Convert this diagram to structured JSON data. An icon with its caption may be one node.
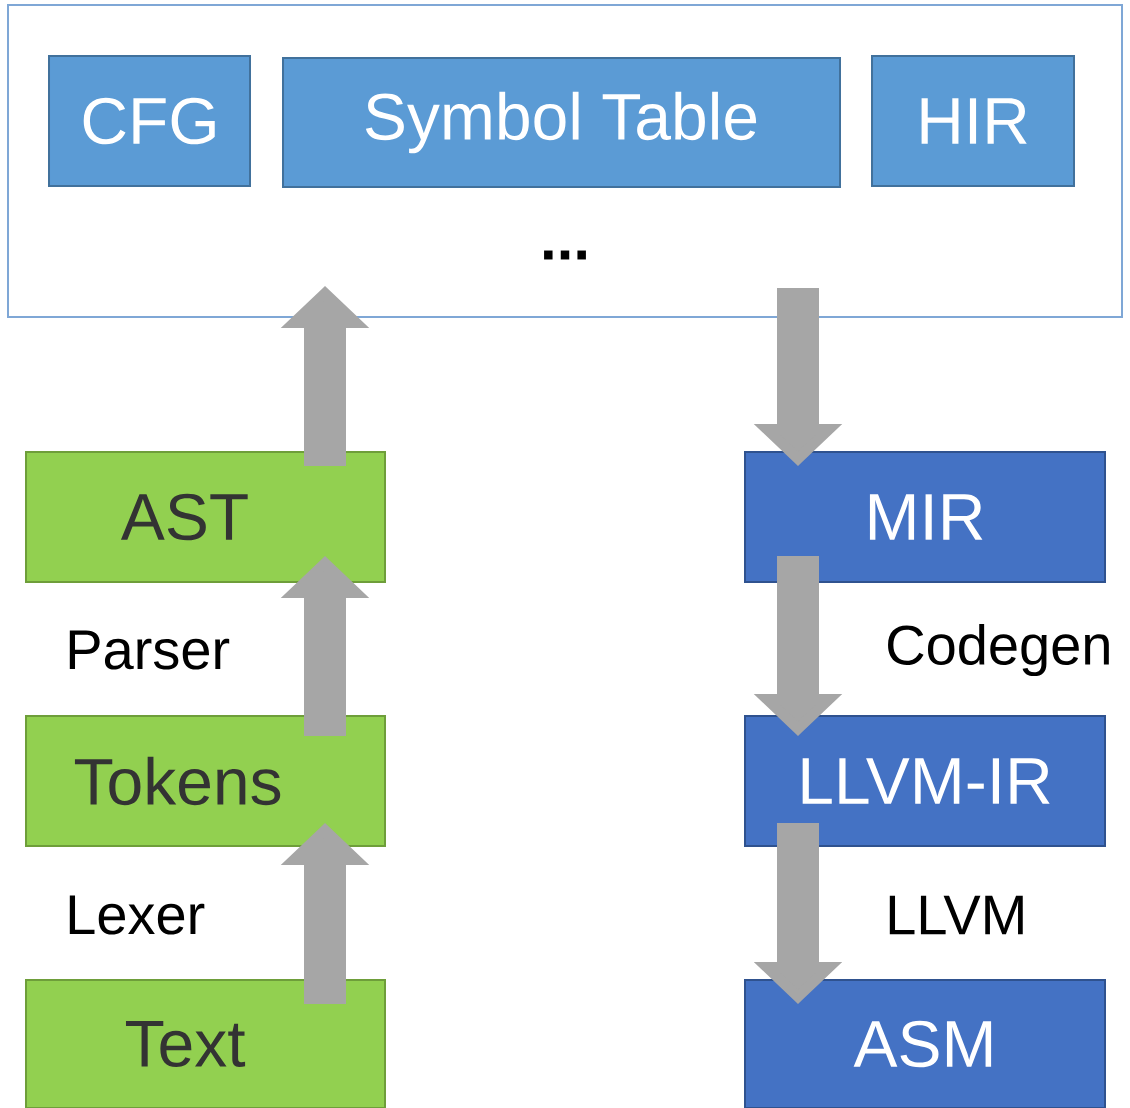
{
  "diagram": {
    "nodes": [
      {
        "text": [
          "..."
        ]
      },
      {
        "text": [
          "CFG"
        ],
        "in": 0
      },
      {
        "text": [
          "Symbol Table"
        ],
        "in": 0
      },
      {
        "text": [
          "HIR"
        ],
        "in": 0
      },
      {
        "text": [
          "AST"
        ]
      },
      {
        "text": [
          "Tokens"
        ]
      },
      {
        "text": [
          "Text"
        ]
      },
      {
        "text": [
          "MIR"
        ]
      },
      {
        "text": [
          "LLVM-IR"
        ]
      },
      {
        "text": [
          "ASM"
        ]
      }
    ],
    "edges": [
      {
        "from": 6,
        "to": 5,
        "arrow": "to",
        "label": "Lexer"
      },
      {
        "from": 5,
        "to": 4,
        "arrow": "to",
        "label": "Parser"
      },
      {
        "from": 4,
        "to": 0,
        "arrow": "to"
      },
      {
        "from": 0,
        "to": 7,
        "arrow": "to"
      },
      {
        "from": 7,
        "to": 8,
        "arrow": "to",
        "label": "Codegen"
      },
      {
        "from": 8,
        "to": 9,
        "arrow": "to",
        "label": "LLVM"
      }
    ]
  }
}
